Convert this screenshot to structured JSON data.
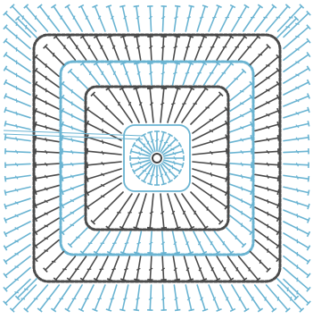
{
  "diagram": {
    "kind": "crochet-granny-square-chart",
    "colors": {
      "background": "#ffffff",
      "blue_rounds": "#6ab4d2",
      "gray_rounds": "#4a4a4a",
      "center_ring": "#444444"
    },
    "rounds": [
      {
        "name": "round-1",
        "color": "blue",
        "stitch": "dc-fan",
        "shape": "rounded-square"
      },
      {
        "name": "round-2",
        "color": "gray",
        "stitch": "dc-spokes",
        "shape": "rounded-square"
      },
      {
        "name": "round-3",
        "color": "blue",
        "stitch": "dc-spokes",
        "shape": "rounded-square"
      },
      {
        "name": "round-4",
        "color": "gray",
        "stitch": "dc-spokes",
        "shape": "rounded-square"
      },
      {
        "name": "round-5",
        "color": "blue",
        "stitch": "dc-border",
        "shape": "square-border"
      }
    ],
    "has_center_magic_ring": true,
    "has_start_marker": true
  }
}
